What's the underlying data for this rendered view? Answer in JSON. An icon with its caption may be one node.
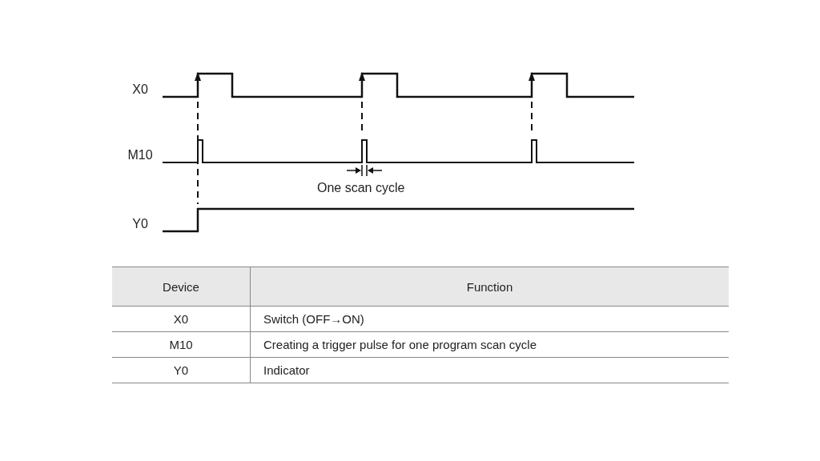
{
  "diagram": {
    "labels": [
      "X0",
      "M10",
      "Y0",
      "One scan cycle",
      "Device",
      "Function",
      "X0",
      "Switch (OFF→ON)",
      "M10",
      "Creating a trigger pulse for one program scan cycle",
      "Y0",
      "Indicator"
    ]
  }
}
